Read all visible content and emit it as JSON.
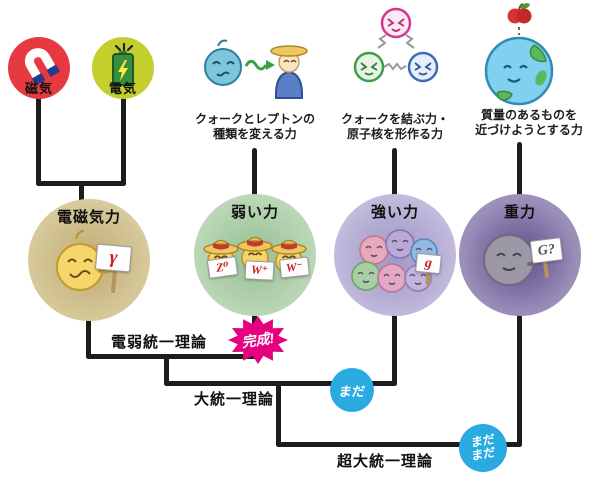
{
  "sources": {
    "magnetism": {
      "label": "磁気"
    },
    "electricity": {
      "label": "電気"
    }
  },
  "captions": {
    "weak": {
      "line1": "クォークとレプトンの",
      "line2": "種類を変える力"
    },
    "strong": {
      "line1": "クォークを結ぶ力・",
      "line2": "原子核を形作る力"
    },
    "gravity": {
      "line1": "質量のあるものを",
      "line2": "近づけようとする力"
    }
  },
  "forces": {
    "electromagnetic": {
      "label": "電磁気力",
      "boson": "γ"
    },
    "weak": {
      "label": "弱い力",
      "boson_z": "Z⁰",
      "boson_wplus": "W⁺",
      "boson_wminus": "W⁻"
    },
    "strong": {
      "label": "強い力",
      "boson": "g"
    },
    "gravity": {
      "label": "重力",
      "boson": "G?"
    }
  },
  "theories": {
    "electroweak": {
      "label": "電弱統一理論",
      "status": "完成!"
    },
    "grand": {
      "label": "大統一理論",
      "status": "まだ"
    },
    "supergrand": {
      "label": "超大統一理論",
      "status_line1": "まだ",
      "status_line2": "まだ"
    }
  },
  "icons": {
    "magnet": "U-magnet-icon",
    "battery": "battery-with-spark-icon",
    "weak_pair": "quark-and-lepton-characters",
    "strong_trio": "three-bound-quarks",
    "earth_apple": "earth-with-apple"
  },
  "colors": {
    "magnetism_circle": "#e73a40",
    "electricity_circle": "#c4cf2e",
    "electromagnetic_circle": "#d2bf8b",
    "weak_circle": "#b8d4b4",
    "strong_circle": "#c3bcdb",
    "gravity_circle": "#9d90bd",
    "status_done": "#e5007e",
    "status_notyet": "#29abe2",
    "connector_line": "#1c1c1c",
    "boson_text": "#c42020"
  }
}
